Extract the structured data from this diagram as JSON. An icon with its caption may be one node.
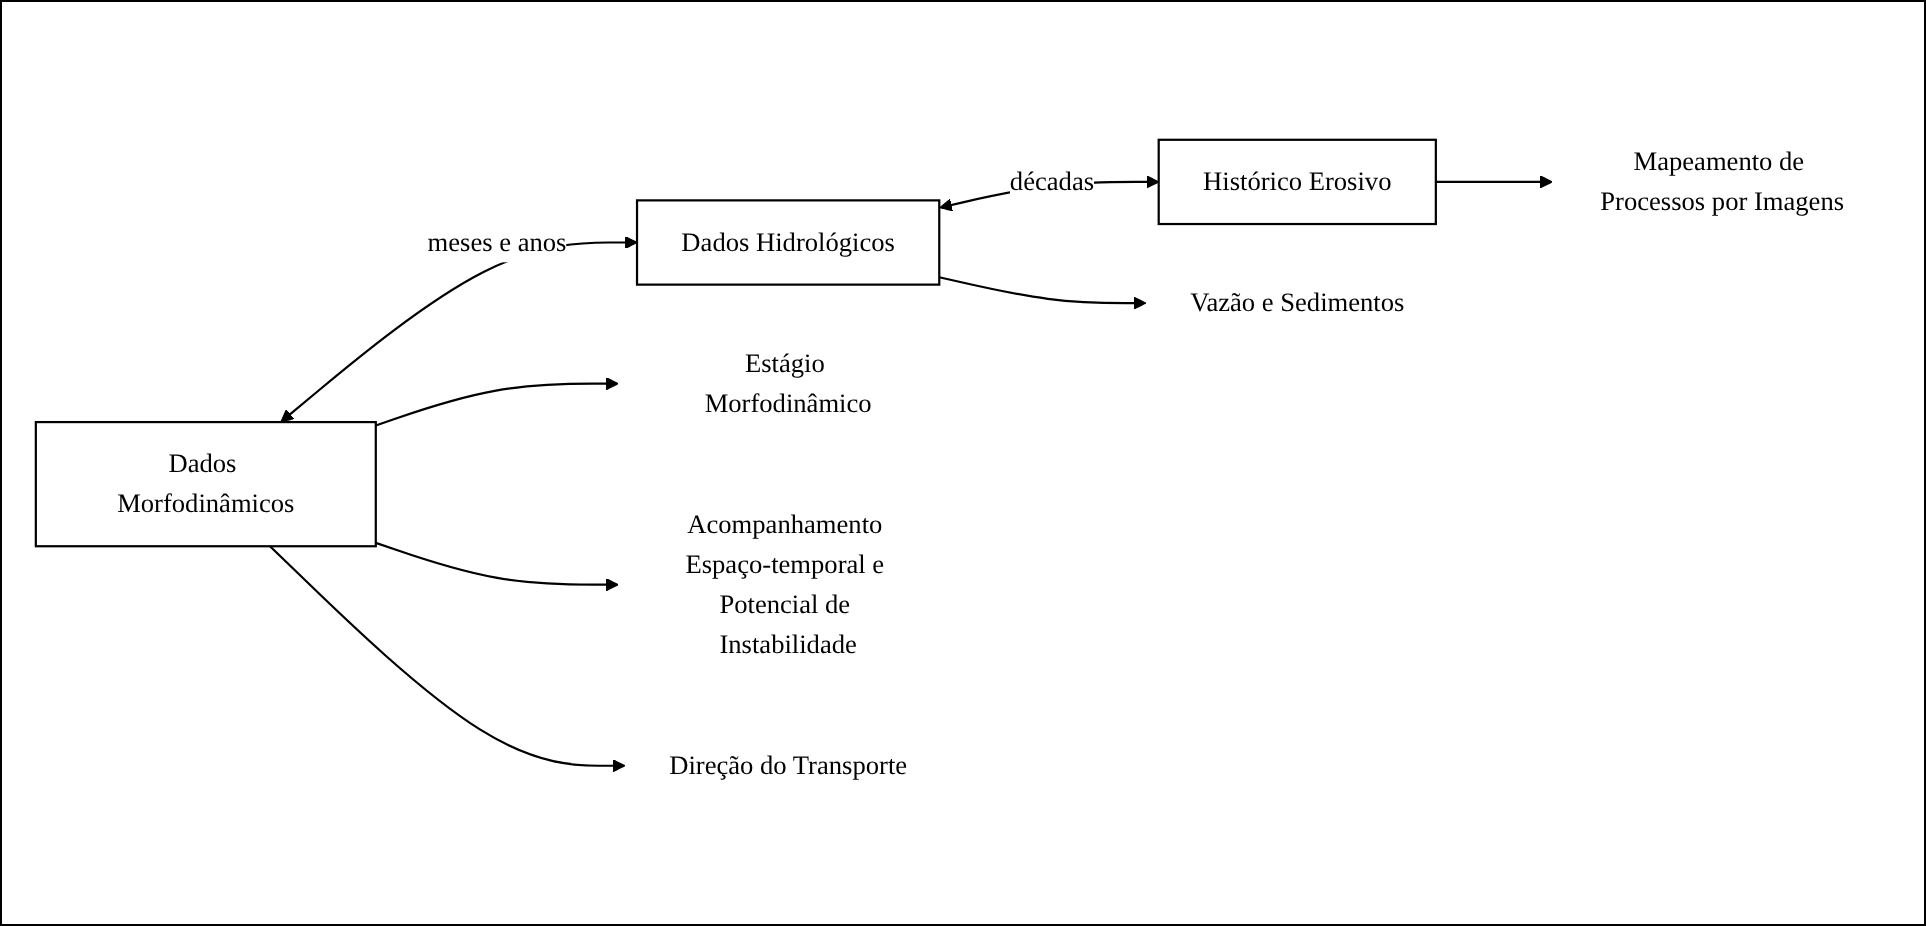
{
  "diagram": {
    "nodes": [
      {
        "text": [
          "Dados Morfodinâmicos"
        ]
      },
      {
        "text": [
          "Dados Hidrológicos"
        ]
      },
      {
        "text": [
          "Histórico Erosivo"
        ]
      },
      {
        "text": [
          "Estágio Morfodinâmico"
        ]
      },
      {
        "text": [
          "Acompanhamento Espaço-temporal e Potencial de Instabilidade"
        ]
      },
      {
        "text": [
          "Direção do Transporte"
        ]
      },
      {
        "text": [
          "Vazão e Sedimentos"
        ]
      },
      {
        "text": [
          "Mapeamento de Processos por Imagens"
        ]
      }
    ],
    "edges": [
      {
        "from": 0,
        "to": 1,
        "arrow": "both",
        "label": "meses e anos"
      },
      {
        "from": 1,
        "to": 2,
        "arrow": "both",
        "label": "décadas"
      },
      {
        "from": 0,
        "to": 3,
        "arrow": "to"
      },
      {
        "from": 0,
        "to": 4,
        "arrow": "to"
      },
      {
        "from": 0,
        "to": 5,
        "arrow": "to"
      },
      {
        "from": 1,
        "to": 6,
        "arrow": "to"
      },
      {
        "from": 2,
        "to": 7,
        "arrow": "to"
      }
    ]
  }
}
